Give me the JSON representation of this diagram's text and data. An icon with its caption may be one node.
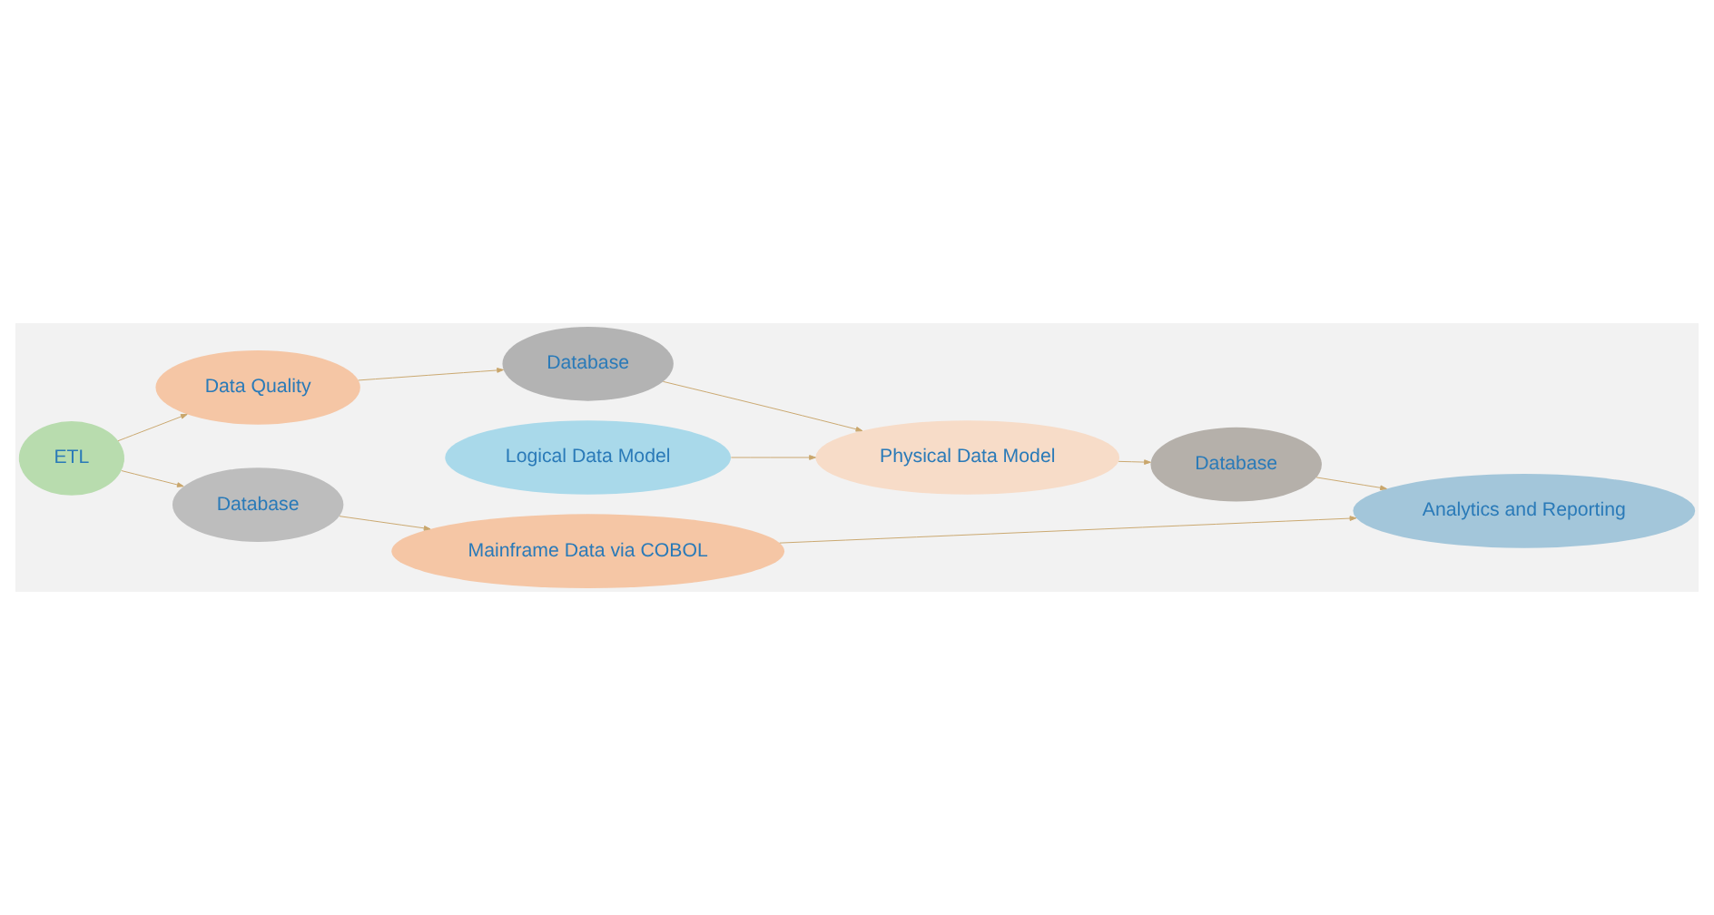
{
  "diagram": {
    "nodes": [
      {
        "text": [
          "ETL"
        ]
      },
      {
        "text": [
          "Data Quality"
        ]
      },
      {
        "text": [
          "Physical Data Model"
        ]
      },
      {
        "text": [
          "Logical Data Model"
        ]
      },
      {
        "text": [
          "Database"
        ]
      },
      {
        "text": [
          "Database"
        ]
      },
      {
        "text": [
          "Database"
        ]
      },
      {
        "text": [
          "Mainframe Data via COBOL"
        ]
      },
      {
        "text": [
          "Analytics and Reporting"
        ]
      }
    ],
    "edges": [
      {
        "from": 0,
        "to": 1,
        "arrow": "to"
      },
      {
        "from": 1,
        "to": 4,
        "arrow": "to"
      },
      {
        "from": 4,
        "to": 2,
        "arrow": "to"
      },
      {
        "from": 3,
        "to": 2,
        "arrow": "to"
      },
      {
        "from": 2,
        "to": 6,
        "arrow": "to"
      },
      {
        "from": 6,
        "to": 8,
        "arrow": "to"
      },
      {
        "from": 0,
        "to": 5,
        "arrow": "to"
      },
      {
        "from": 5,
        "to": 7,
        "arrow": "to"
      },
      {
        "from": 7,
        "to": 8,
        "arrow": "to"
      }
    ]
  }
}
